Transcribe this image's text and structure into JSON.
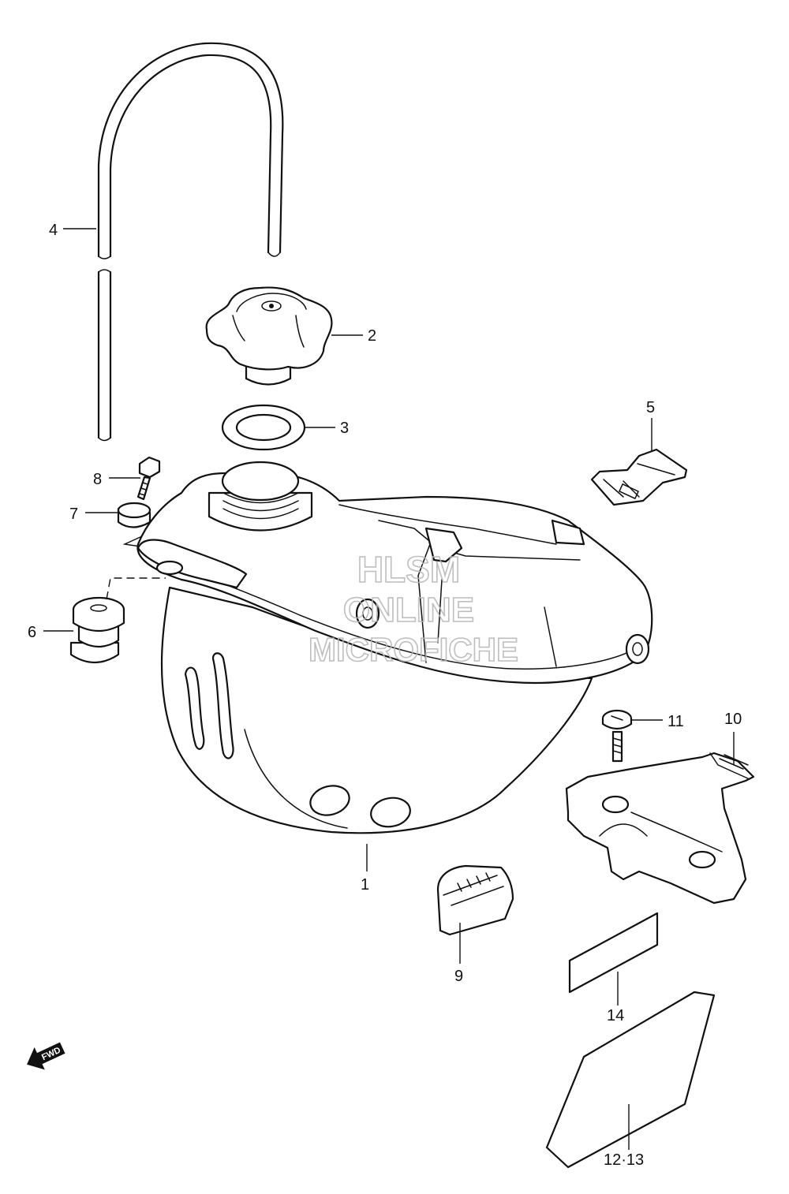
{
  "callouts": [
    "1",
    "2",
    "3",
    "4",
    "5",
    "6",
    "7",
    "8",
    "9",
    "10",
    "11",
    "12·13",
    "14"
  ],
  "watermark": {
    "line1": "HLSM",
    "line2": "ONLINE",
    "line3": "MICROFICHE"
  },
  "forward_arrow": {
    "label": "FWD",
    "icon": "forward-arrow-icon"
  },
  "colors": {
    "line": "#111111",
    "background": "#ffffff",
    "watermark": "#b8b8b8"
  }
}
